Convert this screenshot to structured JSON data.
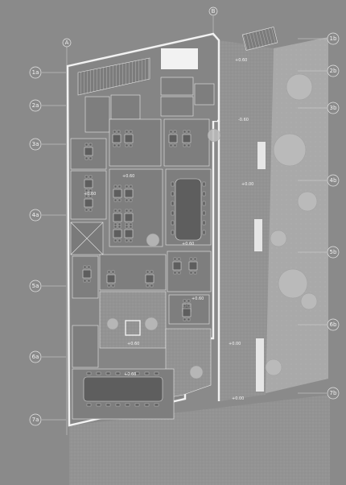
{
  "grid": {
    "columns": [
      "A",
      "B"
    ],
    "rows_left": [
      "1a",
      "2a",
      "3a",
      "4a",
      "5a",
      "6a",
      "7a"
    ],
    "rows_right": [
      "1b",
      "2b",
      "3b",
      "4b",
      "5b",
      "6b",
      "7b"
    ]
  },
  "levels": [
    "+0.60",
    "+0.60",
    "+0.60",
    "-0.60",
    "+0.60",
    "+0.60",
    "+0.60",
    "+0.60",
    "+0.00",
    "+0.00",
    "+0.00"
  ],
  "colors": {
    "background": "#8a8a8a",
    "wall": "#f2f2f2",
    "garden": "#aaaaaa",
    "paving": "#9a9a9a"
  }
}
